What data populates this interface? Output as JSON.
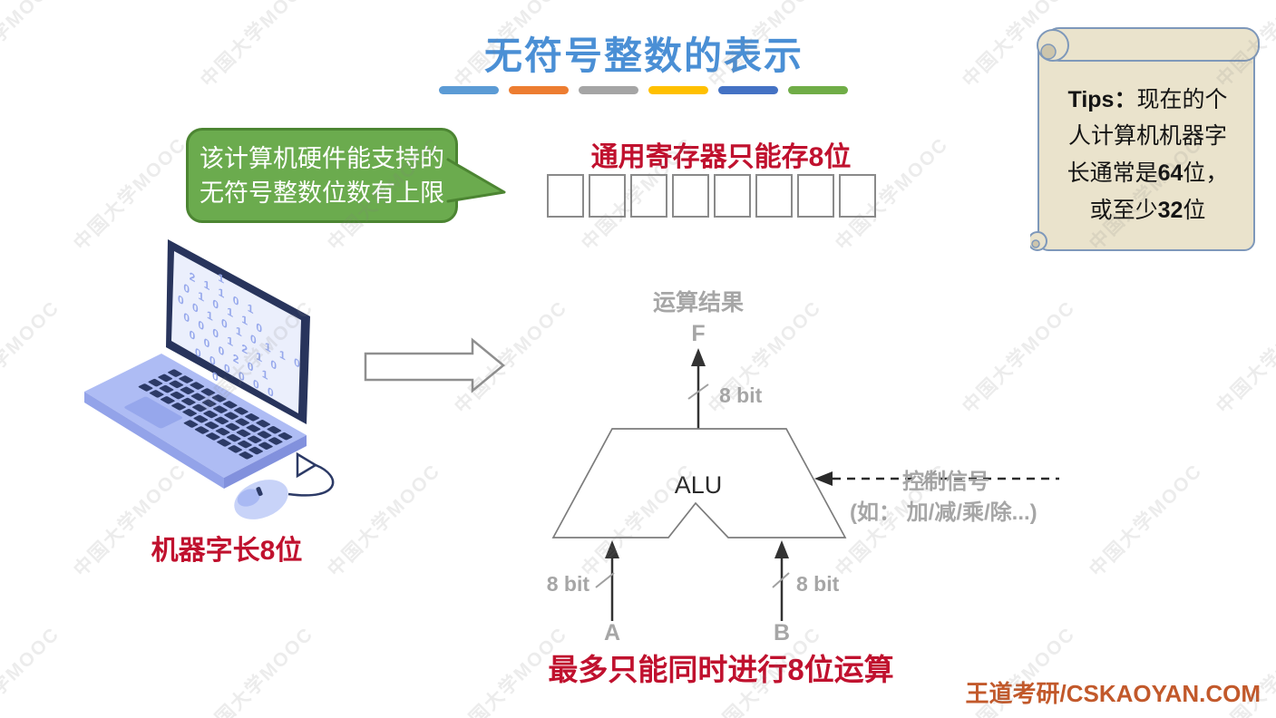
{
  "colors": {
    "title_blue": "#4A8FD5",
    "heading_red": "#C0112E",
    "bubble_green": "#6BAB4E",
    "bubble_border": "#4C8532",
    "brand_orange": "#C2592B",
    "diagram_gray": "#A6A6A6",
    "scroll_bg": "#EAE3CC",
    "scroll_border": "#7E98BA"
  },
  "watermark": {
    "text": "中国大学MOOC"
  },
  "header": {
    "title": "无符号整数的表示",
    "dividers": [
      "#5B9BD5",
      "#ED7D31",
      "#A5A5A5",
      "#FFC000",
      "#4472C4",
      "#70AD47"
    ]
  },
  "tips": {
    "segments": [
      {
        "text": "Tips：",
        "bold": true
      },
      {
        "text": "现在的个人计算机机器字长通常是",
        "bold": false
      },
      {
        "text": "64",
        "bold": true
      },
      {
        "text": "位，或至少",
        "bold": false
      },
      {
        "text": "32",
        "bold": true
      },
      {
        "text": "位",
        "bold": false
      }
    ]
  },
  "bubble": {
    "lines": [
      "该计算机硬件能支持的",
      "无符号整数位数有上限"
    ]
  },
  "register": {
    "title": "通用寄存器只能存8位",
    "cells": 8
  },
  "laptop": {
    "caption": "机器字长8位",
    "screen_digits": [
      "       1",
      "  2 1 1 0 1",
      " 0 1 0 1 1 0",
      "0 0 1 0 1 0 1 1 0",
      " 0 0 0 1 2 1 0",
      "  0 0 0 2 0 1",
      "   0 0 0 0 0 0",
      "      0"
    ]
  },
  "alu": {
    "result_label": "运算结果",
    "result_var": "F",
    "bus_label": "8 bit",
    "name": "ALU",
    "control_title": "控制信号",
    "control_examples": "(如： 加/减/乘/除...)",
    "input_a": "A",
    "input_b": "B",
    "caption": "最多只能同时进行8位运算"
  },
  "footer": {
    "brand": "王道考研/CSKAOYAN.COM"
  }
}
